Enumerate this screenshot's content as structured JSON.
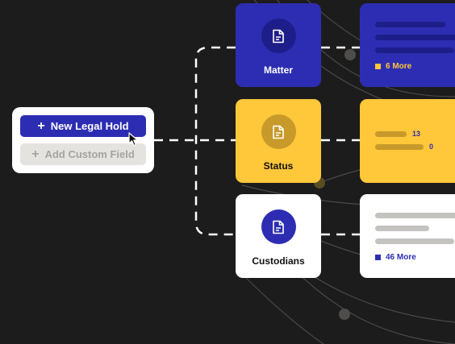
{
  "menu": {
    "primary_label": "New Legal Hold",
    "secondary_label": "Add Custom Field"
  },
  "cards": [
    {
      "label": "Matter",
      "icon": "document-icon"
    },
    {
      "label": "Status",
      "icon": "document-icon"
    },
    {
      "label": "Custodians",
      "icon": "document-icon"
    }
  ],
  "details": {
    "matter_more": "6 More",
    "status_values": [
      "13",
      "0"
    ],
    "custodians_more": "46 More"
  },
  "colors": {
    "background": "#1d1c1c",
    "brand_blue": "#2d2db3",
    "brand_yellow": "#ffc73a",
    "white": "#ffffff"
  }
}
